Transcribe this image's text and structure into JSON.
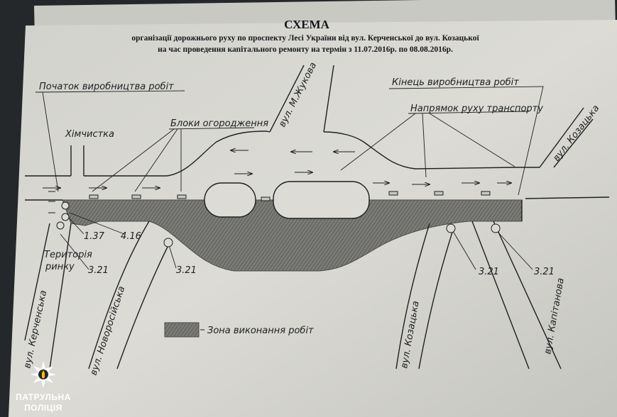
{
  "header": {
    "title": "СХЕМА",
    "line1": "організації дорожнього руху по проспекту Лесі України від вул. Керченської до вул. Козацької",
    "line2": "на час проведення капітального ремонту на термін з 11.07.2016р. по 08.08.2016р."
  },
  "labels": {
    "start_works": "Початок виробництва робіт",
    "end_works": "Кінець виробництва робіт",
    "barrier_blocks": "Блоки огородження",
    "traffic_direction": "Напрямок руху транспорту",
    "drycleaner": "Хімчистка",
    "market_territory_1": "Територія",
    "market_territory_2": "ринку",
    "work_zone": "Зона виконання робіт",
    "sign_137": "1.37",
    "sign_416": "4.16",
    "sign_321_a": "3.21",
    "sign_321_b": "3.21",
    "sign_321_c": "3.21",
    "sign_321_d": "3.21"
  },
  "streets": {
    "zhukova": "вул. М.Жукова",
    "kozatska_top": "вул. Козацька",
    "kerchenska": "вул. Керченська",
    "novorosiiska": "вул. Новоросійська",
    "kozatska_bottom": "вул. Козацька",
    "kapitanova": "вул. Капітанова"
  },
  "logo": {
    "line1": "ПАТРУЛЬНА",
    "line2": "ПОЛІЦІЯ",
    "icon": "police-star-icon"
  },
  "colors": {
    "paper": "#d9d8d2",
    "ink": "#1d1f22",
    "hatch": "#6f6f6c",
    "background": "#24282b"
  }
}
